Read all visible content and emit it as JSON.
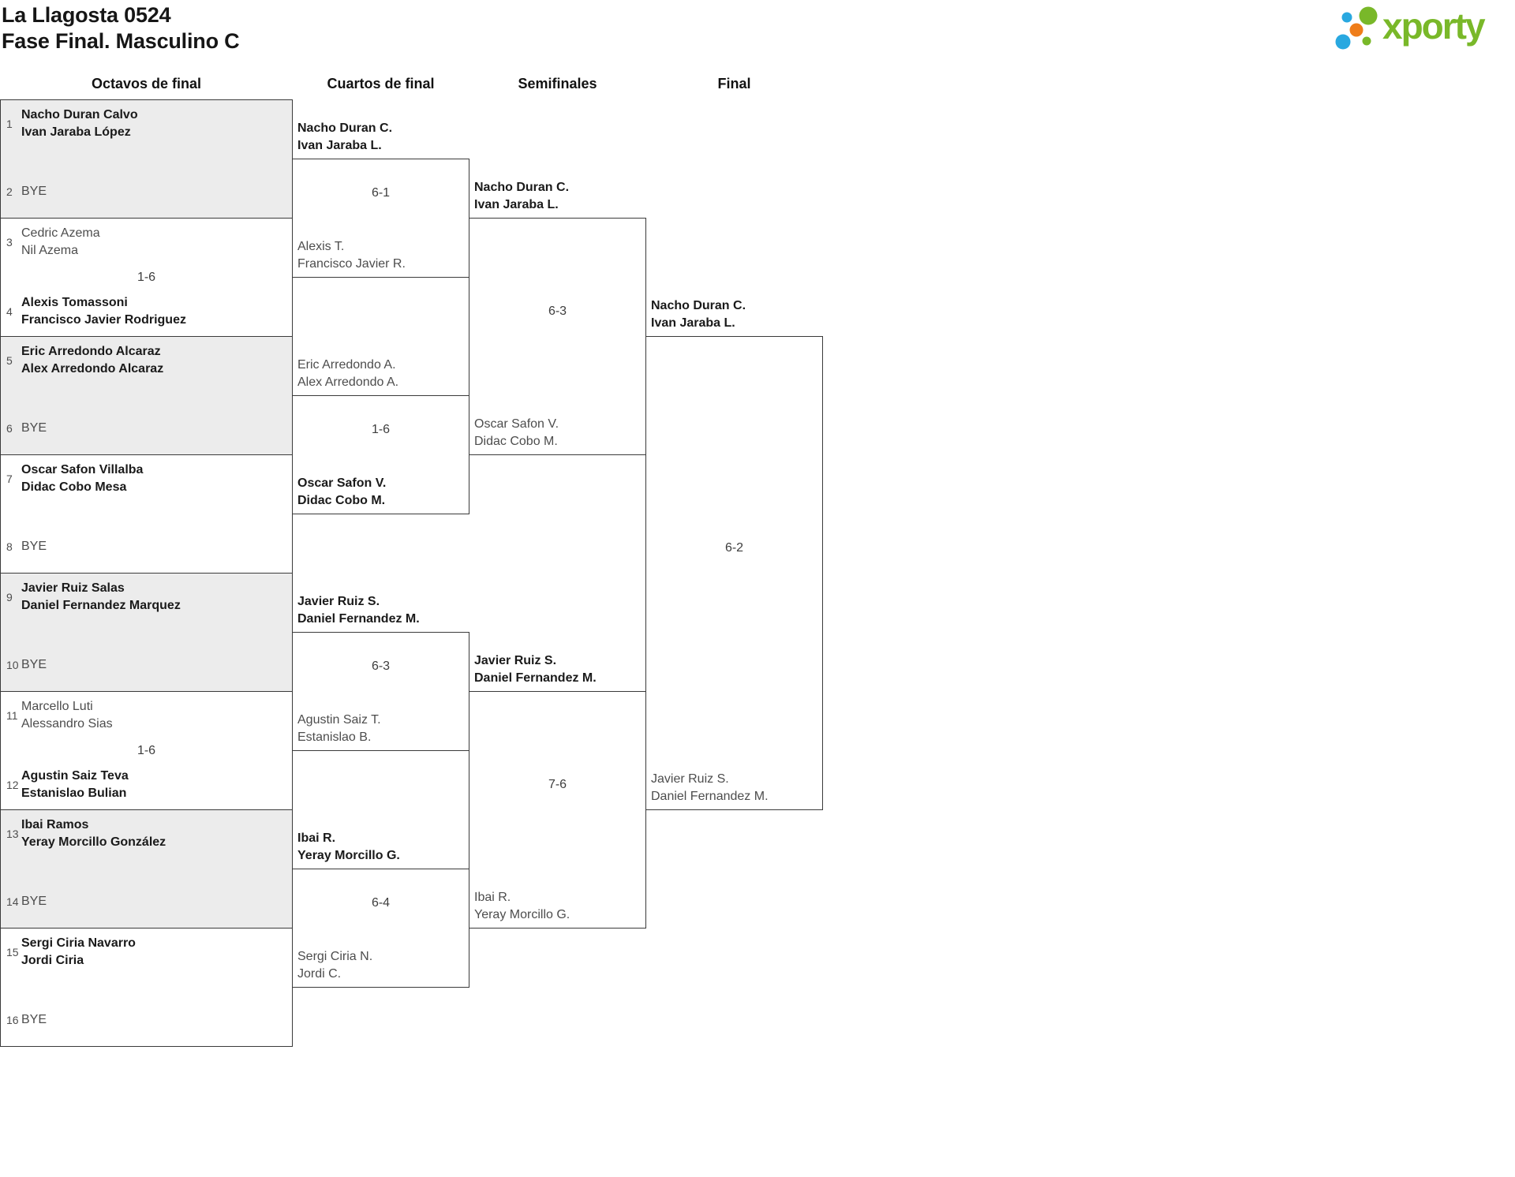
{
  "page": {
    "background": "#ffffff"
  },
  "header": {
    "title_line1": "La Llagosta 0524",
    "title_line2": "Fase Final. Masculino C",
    "logo_text": "xporty"
  },
  "columns": [
    "Octavos de final",
    "Cuartos de final",
    "Semifinales",
    "Final"
  ],
  "colors": {
    "bracket_line": "#3a3a3a",
    "box_shade": "#ececec",
    "winner_text": "#1a1a1a",
    "loser_text": "#4d4d4d",
    "logo_green": "#79b829",
    "logo_blue": "#29a8e0",
    "logo_orange": "#ef7d1a"
  },
  "bracket": {
    "octavos": [
      {
        "top": {
          "num": "1",
          "line1": "Nacho Duran Calvo",
          "line2": "Ivan Jaraba López",
          "winner": true
        },
        "bottom": {
          "num": "2",
          "line1": "BYE",
          "winner": false
        },
        "score": ""
      },
      {
        "top": {
          "num": "3",
          "line1": "Cedric Azema",
          "line2": "Nil Azema",
          "winner": false
        },
        "bottom": {
          "num": "4",
          "line1": "Alexis Tomassoni",
          "line2": "Francisco Javier Rodriguez",
          "winner": true
        },
        "score": "1-6"
      },
      {
        "top": {
          "num": "5",
          "line1": "Eric Arredondo Alcaraz",
          "line2": "Alex Arredondo Alcaraz",
          "winner": true
        },
        "bottom": {
          "num": "6",
          "line1": "BYE",
          "winner": false
        },
        "score": ""
      },
      {
        "top": {
          "num": "7",
          "line1": "Oscar Safon Villalba",
          "line2": "Didac Cobo Mesa",
          "winner": true
        },
        "bottom": {
          "num": "8",
          "line1": "BYE",
          "winner": false
        },
        "score": ""
      },
      {
        "top": {
          "num": "9",
          "line1": "Javier Ruiz Salas",
          "line2": "Daniel Fernandez Marquez",
          "winner": true
        },
        "bottom": {
          "num": "10",
          "line1": "BYE",
          "winner": false
        },
        "score": ""
      },
      {
        "top": {
          "num": "11",
          "line1": "Marcello Luti",
          "line2": "Alessandro Sias",
          "winner": false
        },
        "bottom": {
          "num": "12",
          "line1": "Agustin Saiz Teva",
          "line2": "Estanislao Bulian",
          "winner": true
        },
        "score": "1-6"
      },
      {
        "top": {
          "num": "13",
          "line1": "Ibai Ramos",
          "line2": "Yeray Morcillo González",
          "winner": true
        },
        "bottom": {
          "num": "14",
          "line1": "BYE",
          "winner": false
        },
        "score": ""
      },
      {
        "top": {
          "num": "15",
          "line1": "Sergi Ciria Navarro",
          "line2": "Jordi Ciria",
          "winner": true
        },
        "bottom": {
          "num": "16",
          "line1": "BYE",
          "winner": false
        },
        "score": ""
      }
    ],
    "cuartos": [
      {
        "top": {
          "line1": "Nacho Duran C.",
          "line2": "Ivan Jaraba L.",
          "winner": true
        },
        "bottom": {
          "line1": "Alexis T.",
          "line2": "Francisco Javier R.",
          "winner": false
        },
        "score": "6-1"
      },
      {
        "top": {
          "line1": "Eric Arredondo A.",
          "line2": "Alex Arredondo A.",
          "winner": false
        },
        "bottom": {
          "line1": "Oscar Safon V.",
          "line2": "Didac Cobo M.",
          "winner": true
        },
        "score": "1-6"
      },
      {
        "top": {
          "line1": "Javier Ruiz S.",
          "line2": "Daniel Fernandez M.",
          "winner": true
        },
        "bottom": {
          "line1": "Agustin Saiz T.",
          "line2": "Estanislao B.",
          "winner": false
        },
        "score": "6-3"
      },
      {
        "top": {
          "line1": "Ibai R.",
          "line2": "Yeray Morcillo G.",
          "winner": true
        },
        "bottom": {
          "line1": "Sergi Ciria N.",
          "line2": "Jordi C.",
          "winner": false
        },
        "score": "6-4"
      }
    ],
    "semifinales": [
      {
        "top": {
          "line1": "Nacho Duran C.",
          "line2": "Ivan Jaraba L.",
          "winner": true
        },
        "bottom": {
          "line1": "Oscar Safon V.",
          "line2": "Didac Cobo M.",
          "winner": false
        },
        "score": "6-3"
      },
      {
        "top": {
          "line1": "Javier Ruiz S.",
          "line2": "Daniel Fernandez M.",
          "winner": true
        },
        "bottom": {
          "line1": "Ibai R.",
          "line2": "Yeray Morcillo G.",
          "winner": false
        },
        "score": "7-6"
      }
    ],
    "final": [
      {
        "top": {
          "line1": "Nacho Duran C.",
          "line2": "Ivan Jaraba L.",
          "winner": true
        },
        "bottom": {
          "line1": "Javier Ruiz S.",
          "line2": "Daniel Fernandez M.",
          "winner": false
        },
        "score": "6-2"
      }
    ]
  }
}
